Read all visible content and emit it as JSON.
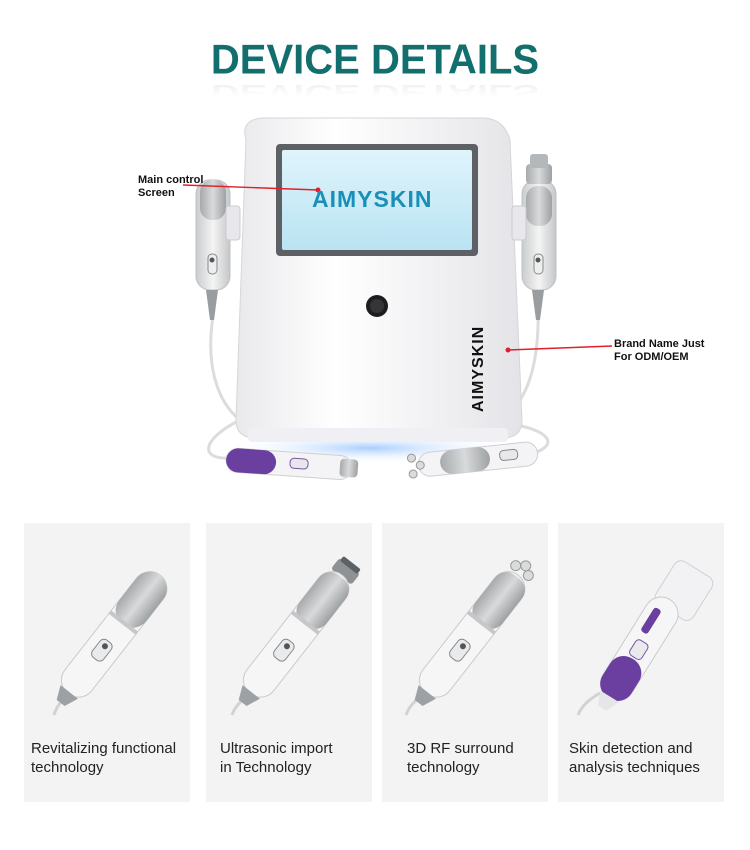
{
  "header": {
    "title": "DEVICE DETAILS",
    "reflection": "DEVICE DETAILS"
  },
  "device": {
    "screen_brand": "AIMYSKIN",
    "side_brand": "AIMYSKIN",
    "callouts": {
      "screen_line1": "Main control",
      "screen_line2": "Screen",
      "brand_line1": "Brand Name Just",
      "brand_line2": "For ODM/OEM"
    }
  },
  "features": [
    {
      "line1": "Revitalizing functional",
      "line2": "technology"
    },
    {
      "line1": "Ultrasonic import",
      "line2": "in Technology"
    },
    {
      "line1": "3D RF surround",
      "line2": "technology"
    },
    {
      "line1": "Skin detection and",
      "line2": "analysis techniques"
    }
  ],
  "colors": {
    "title": "#136f6e",
    "callout_line": "#e0202a",
    "screen_text": "#1a8fb7",
    "accent_purple": "#6a3fa0",
    "card_bg": "#f3f3f3"
  }
}
